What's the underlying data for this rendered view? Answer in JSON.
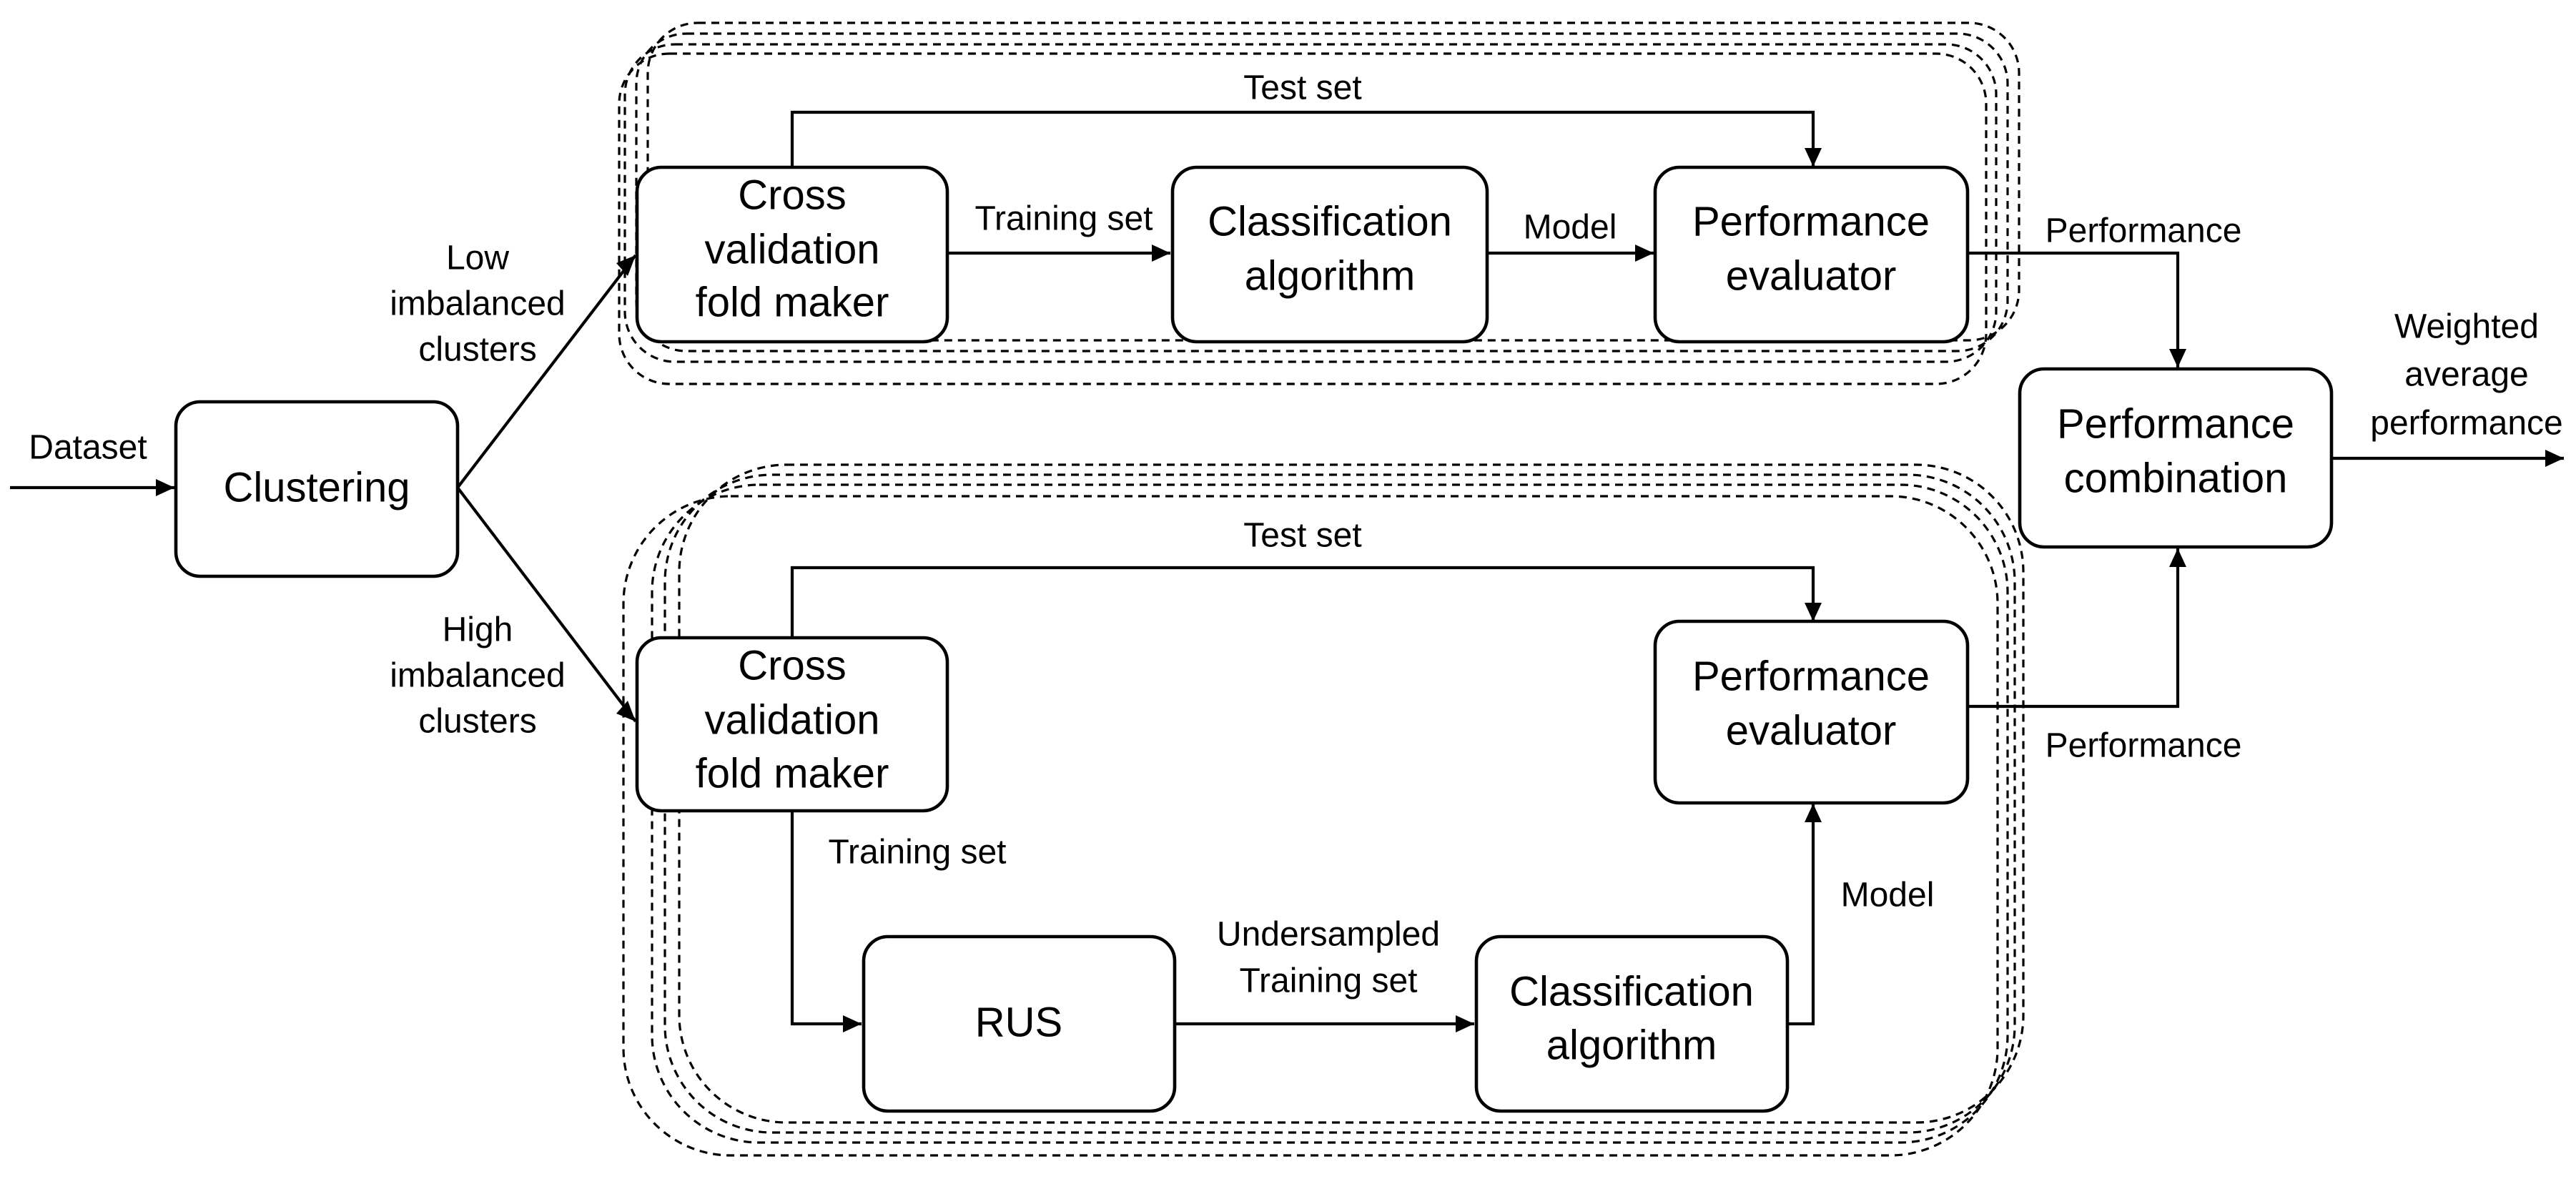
{
  "nodes": {
    "dataset_label": "Dataset",
    "clustering": "Clustering",
    "low_branch_label": [
      "Low",
      "imbalanced",
      "clusters"
    ],
    "high_branch_label": [
      "High",
      "imbalanced",
      "clusters"
    ],
    "top_panel": {
      "cv_fold_maker": [
        "Cross",
        "validation",
        "fold maker"
      ],
      "classification_algorithm": [
        "Classification",
        "algorithm"
      ],
      "performance_evaluator": [
        "Performance",
        "evaluator"
      ],
      "test_set_label": "Test set",
      "training_set_label": "Training set",
      "model_label": "Model",
      "performance_label": "Performance"
    },
    "bottom_panel": {
      "cv_fold_maker": [
        "Cross",
        "validation",
        "fold maker"
      ],
      "rus": "RUS",
      "classification_algorithm": [
        "Classification",
        "algorithm"
      ],
      "performance_evaluator": [
        "Performance",
        "evaluator"
      ],
      "test_set_label": "Test set",
      "training_set_label": "Training set",
      "undersampled_label": [
        "Undersampled",
        "Training set"
      ],
      "model_label": "Model",
      "performance_label": "Performance"
    },
    "performance_combination": [
      "Performance",
      "combination"
    ],
    "output_label": [
      "Weighted",
      "average",
      "performance"
    ]
  }
}
